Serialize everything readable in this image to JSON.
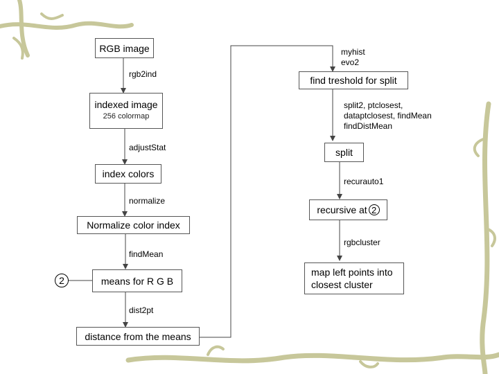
{
  "colors": {
    "vine": "#c7c79a",
    "line": "#444444",
    "box_border": "#555555"
  },
  "left_column": {
    "rgb_image": "RGB image",
    "step1_label": "rgb2ind",
    "indexed_image": "indexed image",
    "indexed_image_sub": "256 colormap",
    "step2_label": "adjustStat",
    "index_colors": "index colors",
    "step3_label": "normalize",
    "normalize_index": "Normalize color index",
    "step4_label": "findMean",
    "means_rgb": "means for R G B",
    "connector_marker": "2",
    "step5_label": "dist2pt",
    "distance_means": "distance from the means"
  },
  "right_column": {
    "entry_label_1": "myhist",
    "entry_label_2": "evo2",
    "find_threshold": "find treshold for split",
    "step6_label_1": "split2, ptclosest,",
    "step6_label_2": "dataptclosest, findMean",
    "step6_label_3": "findDistMean",
    "split": "split",
    "step7_label": "recurauto1",
    "recursive_at": "recursive at",
    "recursive_marker": "2",
    "step8_label": "rgbcluster",
    "map_left_1": "map left points into",
    "map_left_2": "closest cluster"
  }
}
